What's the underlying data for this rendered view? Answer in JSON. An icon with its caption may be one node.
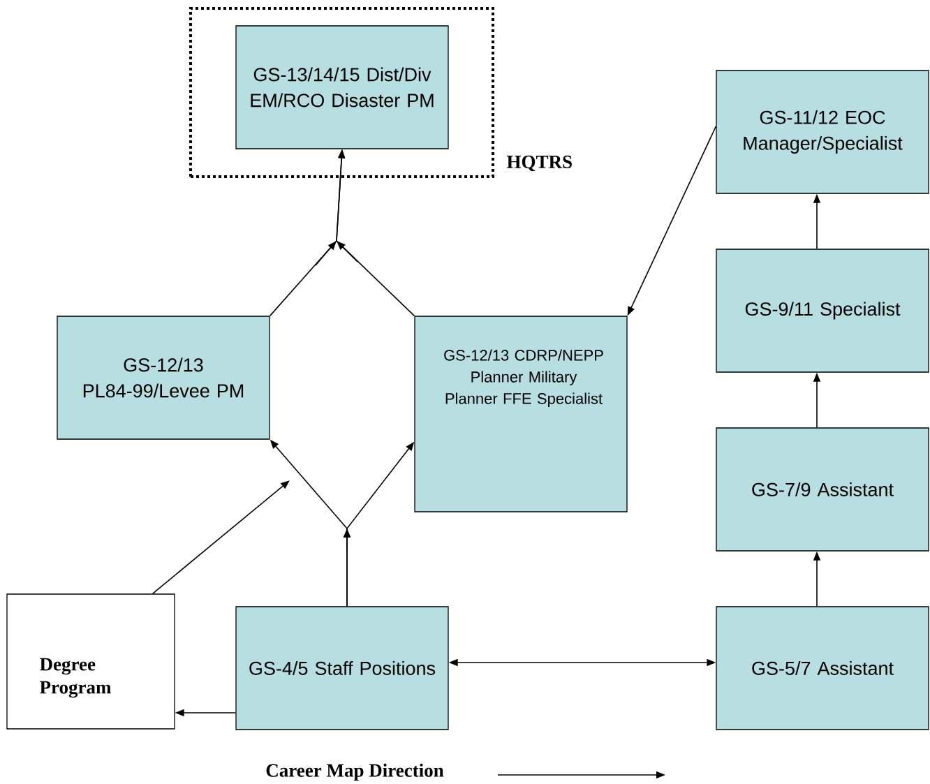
{
  "diagram": {
    "nodes": [
      {
        "text": [
          "HQTRS"
        ]
      },
      {
        "text": [
          "GS-13/14/15 Dist/Div EM/RCO Disaster PM"
        ],
        "in": 0
      },
      {
        "text": [
          "GS-11/12 EOC Manager/Specialist"
        ]
      },
      {
        "text": [
          "GS-12/13 PL84-99/Levee PM"
        ]
      },
      {
        "text": [
          "GS-12/13 CDRP/NEPP Planner Military Planner FFE Specialist"
        ]
      },
      {
        "text": [
          "GS-9/11 Specialist"
        ]
      },
      {
        "text": [
          "GS-7/9 Assistant"
        ]
      },
      {
        "text": [
          "Degree Program"
        ]
      },
      {
        "text": [
          "GS-4/5 Staff Positions"
        ]
      },
      {
        "text": [
          "GS-5/7 Assistant"
        ]
      }
    ],
    "edges": [
      {
        "from": 3,
        "to": 1,
        "arrow": "to"
      },
      {
        "from": 4,
        "to": 1,
        "arrow": "to"
      },
      {
        "from": 8,
        "to": 3,
        "arrow": "to"
      },
      {
        "from": 8,
        "to": 4,
        "arrow": "to"
      },
      {
        "from": 7,
        "to": null,
        "arrow": "to"
      },
      {
        "from": 8,
        "to": 7,
        "arrow": "to"
      },
      {
        "from": 8,
        "to": 9,
        "arrow": "both"
      },
      {
        "from": 2,
        "to": 4,
        "arrow": "to"
      },
      {
        "from": 9,
        "to": 6,
        "arrow": "to"
      },
      {
        "from": 6,
        "to": 5,
        "arrow": "to"
      },
      {
        "from": 5,
        "to": 2,
        "arrow": "to"
      }
    ],
    "labels": [
      "Career Map Direction"
    ]
  }
}
